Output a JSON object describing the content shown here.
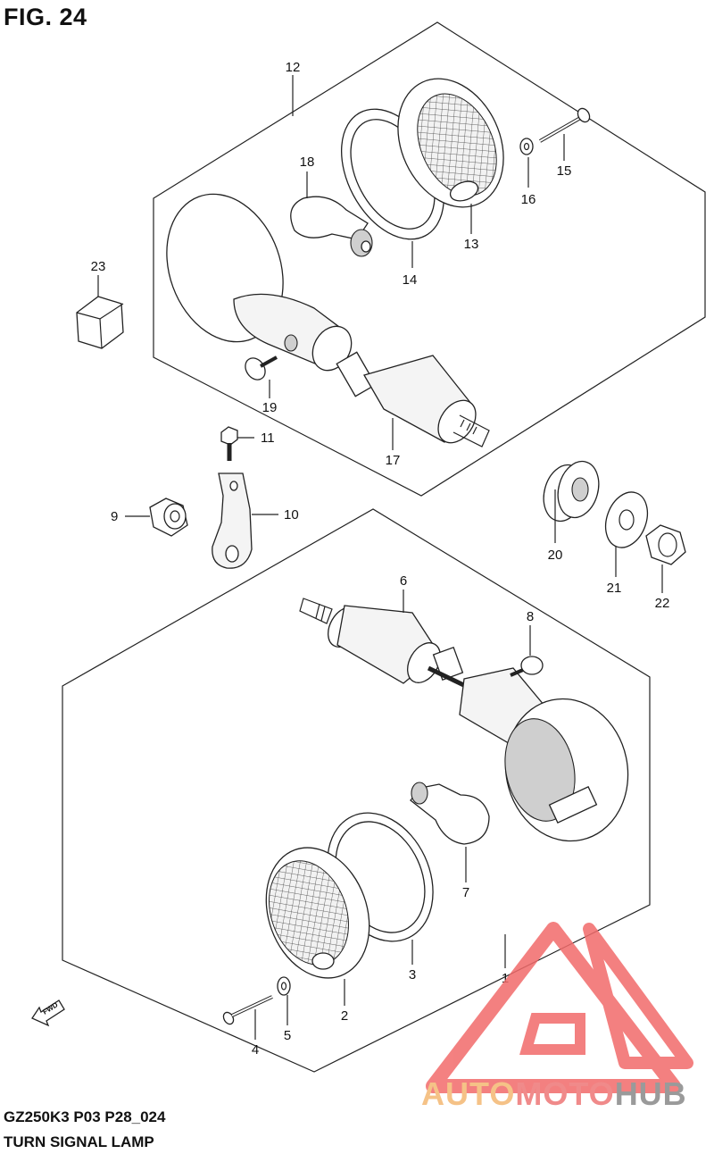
{
  "figure": {
    "title": "FIG. 24",
    "code": "GZ250K3 P03 P28_024",
    "name": "TURN SIGNAL LAMP"
  },
  "fwd_label": "FWD",
  "logo": {
    "part1": "AUTO",
    "part2": "MOTO",
    "part3": "HUB",
    "colors": {
      "auto": "#f5c287",
      "moto": "#f08a8a",
      "hub": "#9a9a9a",
      "mark": "#f26b6b"
    }
  },
  "callouts": {
    "c1": "1",
    "c2": "2",
    "c3": "3",
    "c4": "4",
    "c5": "5",
    "c6": "6",
    "c7": "7",
    "c8": "8",
    "c9": "9",
    "c10": "10",
    "c11": "11",
    "c12": "12",
    "c13": "13",
    "c14": "14",
    "c15": "15",
    "c16": "16",
    "c17": "17",
    "c18": "18",
    "c19": "19",
    "c20": "20",
    "c21": "21",
    "c22": "22",
    "c23": "23"
  }
}
